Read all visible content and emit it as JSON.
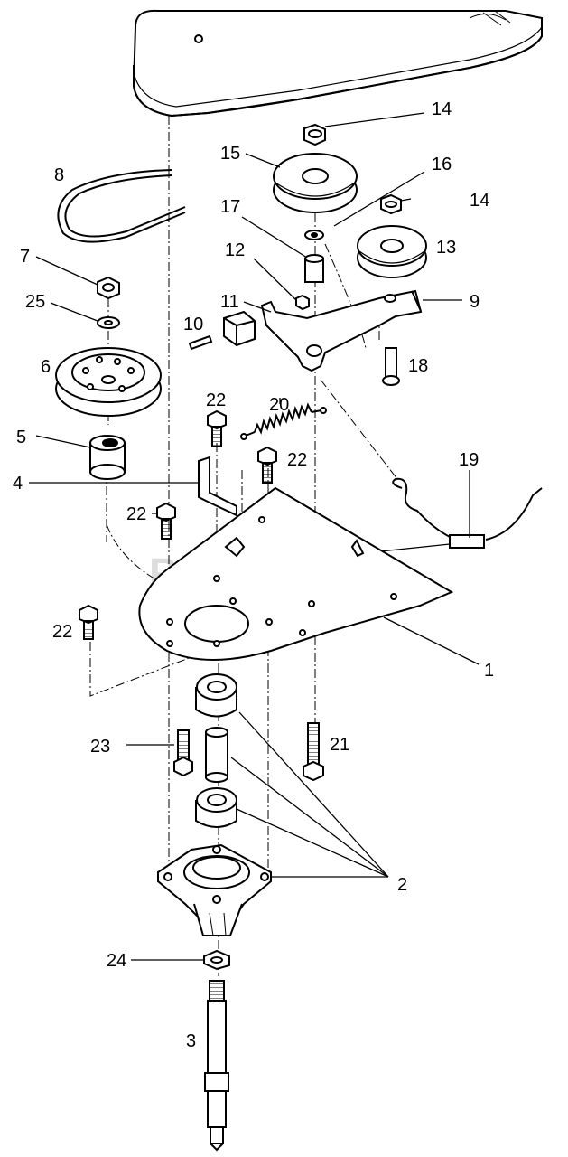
{
  "watermark": "PartsTree",
  "callouts": [
    {
      "id": "c14a",
      "text": "14"
    },
    {
      "id": "c15",
      "text": "15"
    },
    {
      "id": "c16",
      "text": "16"
    },
    {
      "id": "c8",
      "text": "8"
    },
    {
      "id": "c14b",
      "text": "14"
    },
    {
      "id": "c17",
      "text": "17"
    },
    {
      "id": "c13",
      "text": "13"
    },
    {
      "id": "c7",
      "text": "7"
    },
    {
      "id": "c12",
      "text": "12"
    },
    {
      "id": "c9",
      "text": "9"
    },
    {
      "id": "c25",
      "text": "25"
    },
    {
      "id": "c11",
      "text": "11"
    },
    {
      "id": "c10",
      "text": "10"
    },
    {
      "id": "c18",
      "text": "18"
    },
    {
      "id": "c6",
      "text": "6"
    },
    {
      "id": "c22a",
      "text": "22"
    },
    {
      "id": "c20",
      "text": "20"
    },
    {
      "id": "c5",
      "text": "5"
    },
    {
      "id": "c19",
      "text": "19"
    },
    {
      "id": "c22b",
      "text": "22"
    },
    {
      "id": "c4",
      "text": "4"
    },
    {
      "id": "c22c",
      "text": "22"
    },
    {
      "id": "c22d",
      "text": "22"
    },
    {
      "id": "c1",
      "text": "1"
    },
    {
      "id": "c23",
      "text": "23"
    },
    {
      "id": "c21",
      "text": "21"
    },
    {
      "id": "c2",
      "text": "2"
    },
    {
      "id": "c24",
      "text": "24"
    },
    {
      "id": "c3",
      "text": "3"
    }
  ]
}
